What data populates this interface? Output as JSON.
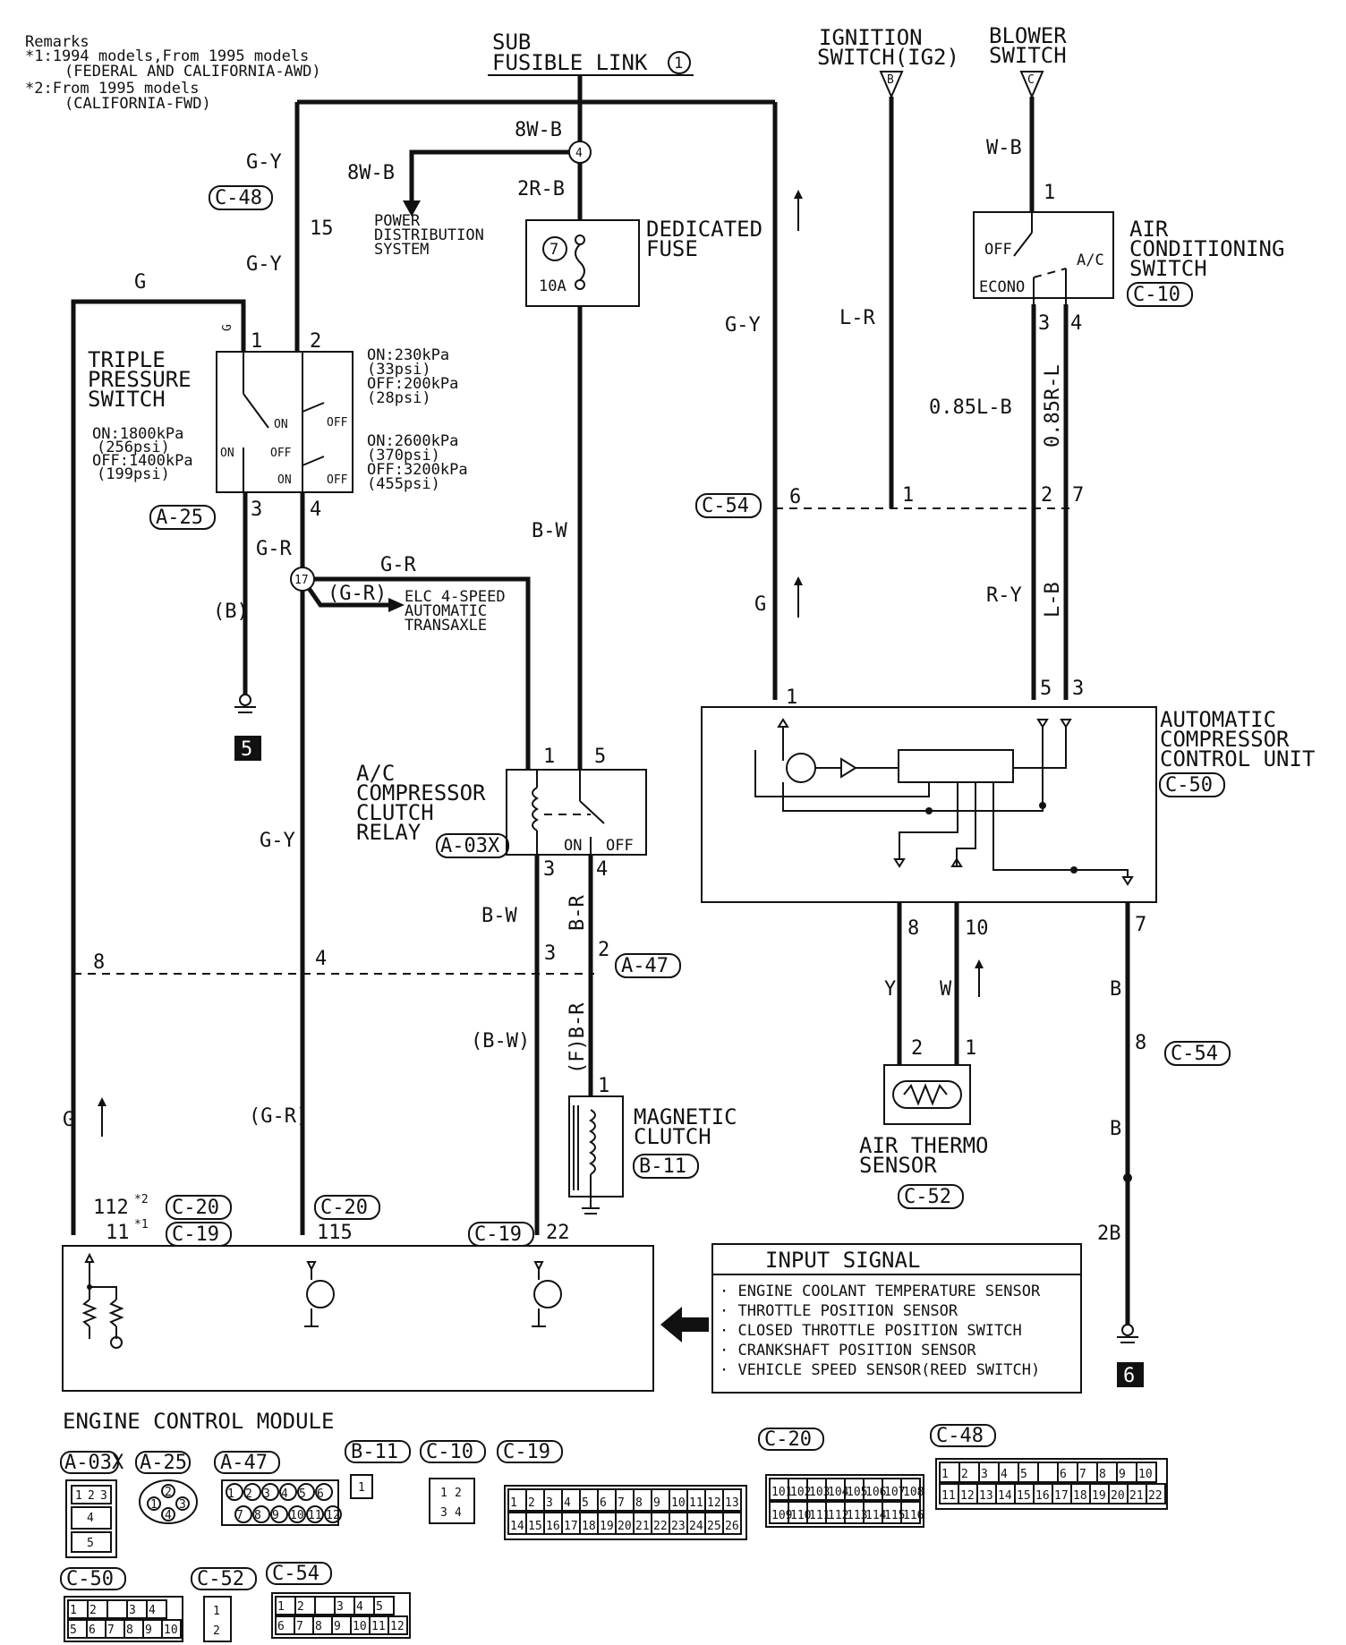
{
  "remarks": {
    "title": "Remarks",
    "line1": "*1:1994 models,From 1995 models",
    "line2": "(FEDERAL AND CALIFORNIA-AWD)",
    "line3": "*2:From 1995 models",
    "line4": "(CALIFORNIA-FWD)"
  },
  "sources": {
    "sub_fusible_link_1": "SUB",
    "sub_fusible_link_2": "FUSIBLE LINK",
    "sub_fusible_link_num": "1",
    "ignition_1": "IGNITION",
    "ignition_2": "SWITCH(IG2)",
    "ignition_tag": "B",
    "blower_1": "BLOWER",
    "blower_2": "SWITCH",
    "blower_tag": "C"
  },
  "components": {
    "power_dist_1": "POWER",
    "power_dist_2": "DISTRIBUTION",
    "power_dist_3": "SYSTEM",
    "fuse_1": "DEDICATED",
    "fuse_2": "FUSE",
    "fuse_num": "7",
    "fuse_amp": "10A",
    "tps_1": "TRIPLE",
    "tps_2": "PRESSURE",
    "tps_3": "SWITCH",
    "tps_on_hi": "ON:1800kPa",
    "tps_on_hi_psi": "(256psi)",
    "tps_off_hi": "OFF:1400kPa",
    "tps_off_hi_psi": "(199psi)",
    "tps_a1": "ON:230kPa",
    "tps_a2": "(33psi)",
    "tps_a3": "OFF:200kPa",
    "tps_a4": "(28psi)",
    "tps_b1": "ON:2600kPa",
    "tps_b2": "(370psi)",
    "tps_b3": "OFF:3200kPa",
    "tps_b4": "(455psi)",
    "elc_1": "ELC 4-SPEED",
    "elc_2": "AUTOMATIC",
    "elc_3": "TRANSAXLE",
    "relay_1": "A/C",
    "relay_2": "COMPRESSOR",
    "relay_3": "CLUTCH",
    "relay_4": "RELAY",
    "acs_1": "AIR",
    "acs_2": "CONDITIONING",
    "acs_3": "SWITCH",
    "acs_off": "OFF",
    "acs_ac": "A/C",
    "acs_econo": "ECONO",
    "accu_1": "AUTOMATIC",
    "accu_2": "COMPRESSOR",
    "accu_3": "CONTROL UNIT",
    "thermo_1": "AIR THERMO",
    "thermo_2": "SENSOR",
    "clutch_1": "MAGNETIC",
    "clutch_2": "CLUTCH",
    "ecm": "ENGINE CONTROL MODULE",
    "on": "ON",
    "off": "OFF"
  },
  "input_signal": {
    "title": "INPUT SIGNAL",
    "items": [
      "· ENGINE COOLANT TEMPERATURE SENSOR",
      "· THROTTLE POSITION SENSOR",
      "· CLOSED THROTTLE POSITION SWITCH",
      "· CRANKSHAFT POSITION SENSOR",
      "· VEHICLE SPEED SENSOR(REED SWITCH)"
    ]
  },
  "connectors": {
    "c48": "C-48",
    "a25": "A-25",
    "a03x": "A-03X",
    "a47": "A-47",
    "c54": "C-54",
    "c10": "C-10",
    "c50": "C-50",
    "c52": "C-52",
    "b11": "B-11",
    "c20": "C-20",
    "c19": "C-19"
  },
  "wires": {
    "w8wb_a": "8W-B",
    "w8wb_b": "8W-B",
    "w2rb": "2R-B",
    "gy1": "G-Y",
    "gy2": "G-Y",
    "gy3": "G-Y",
    "gy4": "G-Y",
    "g1": "G",
    "g_vert": "G",
    "g2": "G",
    "g3": "G",
    "gr1": "G-R",
    "gr2": "G-R",
    "gr3": "(G-R)",
    "gr4": "(G-R)",
    "b_paren": "(B)",
    "bw1": "B-W",
    "bw2": "B-W",
    "bw3": "(B-W)",
    "br1": "B-R",
    "br2": "(F)B-R",
    "lr": "L-R",
    "wb": "W-B",
    "lb085": "0.85L-B",
    "rl085": "0.85R-L",
    "ry": "R-Y",
    "lb": "L-B",
    "y": "Y",
    "w": "W",
    "b1": "B",
    "b2": "B",
    "b2b": "2B"
  },
  "pins": {
    "p4": "4",
    "p15": "15",
    "tps1": "1",
    "tps2": "2",
    "tps3": "3",
    "tps4": "4",
    "p17": "17",
    "r1": "1",
    "r5": "5",
    "r3": "3",
    "r4": "4",
    "a47_3": "3",
    "a47_2": "2",
    "ecm8": "8",
    "ecm4": "4",
    "mc1": "1",
    "c54_6": "6",
    "c54_1": "1",
    "c54_2": "2",
    "c54_7": "7",
    "acs1": "1",
    "acs3": "3",
    "acs4": "4",
    "u1": "1",
    "u5": "5",
    "u3": "3",
    "u8": "8",
    "u10": "10",
    "u7": "7",
    "th2": "2",
    "th1": "1",
    "c54_8": "8",
    "e112": "112",
    "sup2": "*2",
    "e11": "11",
    "sup1": "*1",
    "e115": "115",
    "e22": "22",
    "gnd5": "5",
    "gnd6": "6"
  },
  "legend": {
    "a03x_pins": [
      "1",
      "2",
      "3",
      "4",
      "5"
    ],
    "a25_pins": [
      "1",
      "2",
      "3",
      "4"
    ],
    "a47_pins": [
      "1",
      "2",
      "3",
      "4",
      "5",
      "6",
      "7",
      "8",
      "9",
      "10",
      "11",
      "12"
    ],
    "b11_pins": [
      "1"
    ],
    "c10_pins": [
      "1",
      "2",
      "3",
      "4"
    ],
    "c19_row1": [
      "1",
      "2",
      "3",
      "4",
      "5",
      "6",
      "7",
      "8",
      "9",
      "10",
      "11",
      "12",
      "13"
    ],
    "c19_row2": [
      "14",
      "15",
      "16",
      "17",
      "18",
      "19",
      "20",
      "21",
      "22",
      "23",
      "24",
      "25",
      "26"
    ],
    "c20_row1": [
      "101",
      "102",
      "103",
      "104",
      "105",
      "106",
      "107",
      "108"
    ],
    "c20_row2": [
      "109",
      "110",
      "111",
      "112",
      "113",
      "114",
      "115",
      "116"
    ],
    "c48_row1": [
      "1",
      "2",
      "3",
      "4",
      "5",
      "",
      "6",
      "7",
      "8",
      "9",
      "10"
    ],
    "c48_row2": [
      "11",
      "12",
      "13",
      "14",
      "15",
      "16",
      "17",
      "18",
      "19",
      "20",
      "21",
      "22"
    ],
    "c50_row1": [
      "1",
      "2",
      "",
      "3",
      "4"
    ],
    "c50_row2": [
      "5",
      "6",
      "7",
      "8",
      "9",
      "10"
    ],
    "c52_pins": [
      "1",
      "2"
    ],
    "c54_row1": [
      "1",
      "2",
      "",
      "3",
      "4",
      "5"
    ],
    "c54_row2": [
      "6",
      "7",
      "8",
      "9",
      "10",
      "11",
      "12"
    ]
  }
}
